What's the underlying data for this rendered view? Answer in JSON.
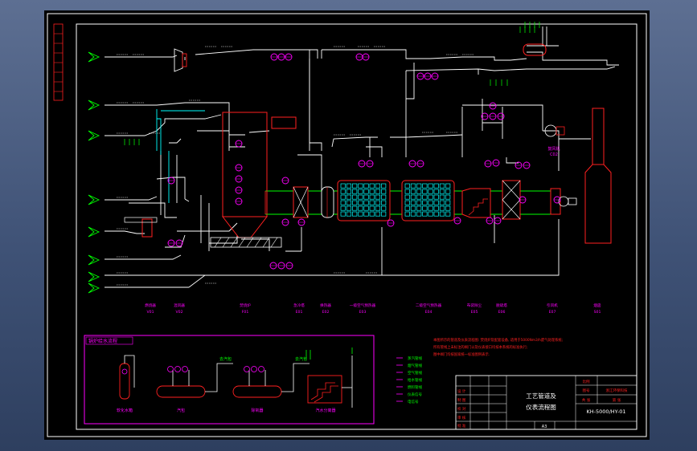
{
  "colors": {
    "background": "#000000",
    "frame": "#ffffff",
    "pipe": "#ffffff",
    "instrument": "#ff00ff",
    "signal": "#00ff00",
    "water": "#00ffff",
    "vessel": "#ff2020",
    "note": "#ff2020",
    "ducting": "#00ff00"
  },
  "equipment_labels": [
    {
      "name": "燃烧器",
      "tag": "V01"
    },
    {
      "name": "混风器",
      "tag": "V02"
    },
    {
      "name": "焚烧炉",
      "tag": "F01"
    },
    {
      "name": "急冷塔",
      "tag": "E01"
    },
    {
      "name": "换热器",
      "tag": "E02"
    },
    {
      "name": "一级空气预热器",
      "tag": "E03"
    },
    {
      "name": "二级空气预热器",
      "tag": "E04"
    },
    {
      "name": "布袋除尘",
      "tag": "E05"
    },
    {
      "name": "脱硫塔",
      "tag": "E06"
    },
    {
      "name": "引风机",
      "tag": "E07"
    },
    {
      "name": "烟囱",
      "tag": "S01"
    }
  ],
  "fan_label": {
    "name": "鼓风机",
    "tag": "C02"
  },
  "inset": {
    "title": "锅炉给水流程",
    "items": [
      "软化水箱",
      "汽包",
      "除氧器",
      "汽水分离器"
    ],
    "stub_labels": [
      "去汽包",
      "去汽包"
    ]
  },
  "legend_items": [
    "蒸汽管线",
    "烟气管线",
    "空气管线",
    "给水管线",
    "燃料管线",
    "仪表信号",
    "电信号"
  ],
  "notes": [
    "本图所示的管道及仪表流程图: 焚烧炉及配套设备, 适用于5000Nm3/h废气处理系统;",
    "所有管线上未标注的阀门以及仪表接口均按本系统的标准执行;",
    "图中阀门均按国家统一标准图例表示."
  ],
  "title_block": {
    "title_line1": "工艺管道及",
    "title_line2": "仪表流程图",
    "drawing_no": "KH-5000/HY-01",
    "sheet_size": "A3",
    "row_labels": [
      "设 计",
      "制 图",
      "校 对",
      "审 核",
      "批 准"
    ],
    "company": "浙江环保科技",
    "small_cells": [
      "比例",
      "图号",
      "共 张",
      "第 张"
    ]
  }
}
